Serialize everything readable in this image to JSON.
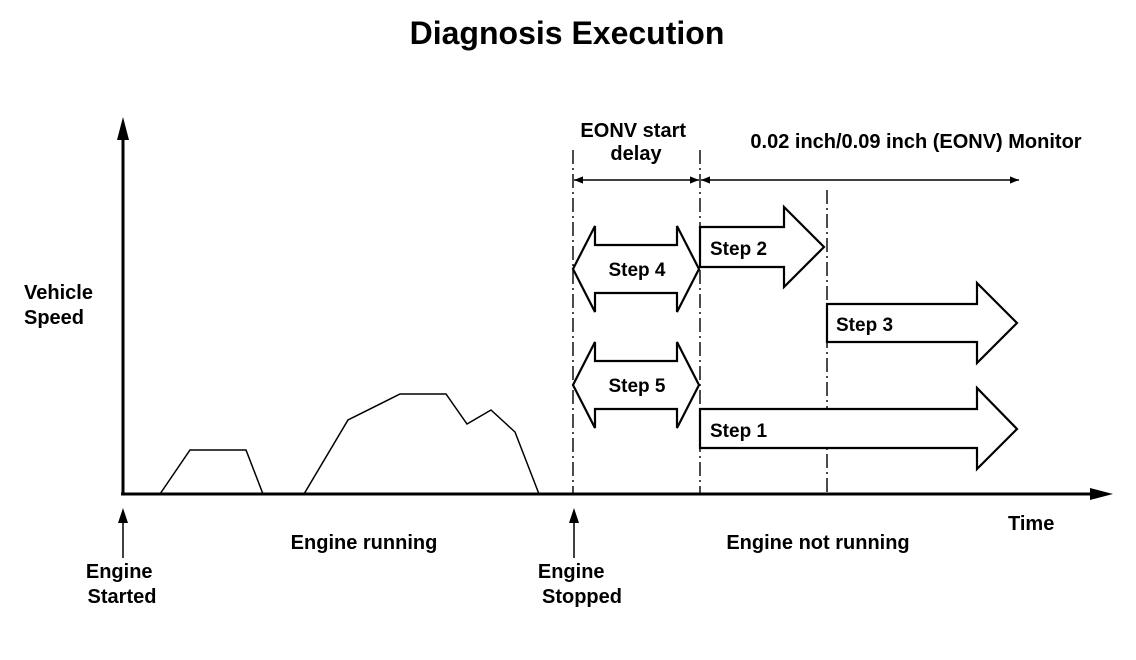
{
  "title": "Diagnosis Execution",
  "y_axis_label": [
    "Vehicle",
    "Speed"
  ],
  "x_axis_label": "Time",
  "phases": {
    "running": "Engine running",
    "not_running": "Engine not running"
  },
  "events": {
    "started": [
      "Engine",
      "Started"
    ],
    "stopped": [
      "Engine",
      "Stopped"
    ]
  },
  "spans": {
    "start_delay": [
      "EONV start",
      "delay"
    ],
    "monitor": "0.02 inch/0.09 inch (EONV) Monitor"
  },
  "steps": {
    "step1": "Step 1",
    "step2": "Step 2",
    "step3": "Step 3",
    "step4": "Step 4",
    "step5": "Step 5"
  },
  "colors": {
    "line": "#000000",
    "background": "#ffffff"
  }
}
